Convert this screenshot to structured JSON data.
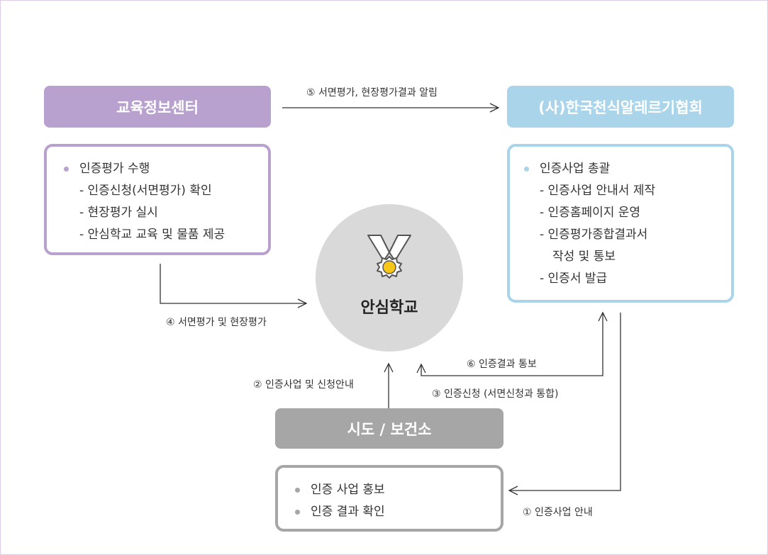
{
  "education_center": {
    "title": "교육정보센터",
    "items": [
      "인증평가 수행",
      "- 인증신청(서면평가) 확인",
      "- 현장평가 실시",
      "- 안심학교 교육 및 물품 제공"
    ]
  },
  "association": {
    "title": "(사)한국천식알레르기협회",
    "items": [
      "인증사업 총괄",
      "- 인증사업 안내서 제작",
      "- 인증홈페이지 운영",
      "- 인증평가종합결과서",
      "작성 및 통보",
      "- 인증서 발급"
    ]
  },
  "safe_school": {
    "label": "안심학교"
  },
  "province": {
    "title": "시도 / 보건소",
    "items": [
      "인증 사업 홍보",
      "인증 결과 확인"
    ]
  },
  "flows": {
    "step1": "① 인증사업 안내",
    "step2": "② 인증사업 및 신청안내",
    "step3": "③ 인증신청 (서면신청과 통합)",
    "step4": "④ 서면평가 및 현장평가",
    "step5": "⑤ 서면평가, 현장평가결과 알림",
    "step6": "⑥ 인증결과 통보"
  },
  "colors": {
    "education_center": "#b9a1cf",
    "association": "#a9d4ea",
    "province": "#a6a6a6",
    "circle": "#d9d9d9",
    "medal_accent": "#f5c518"
  }
}
